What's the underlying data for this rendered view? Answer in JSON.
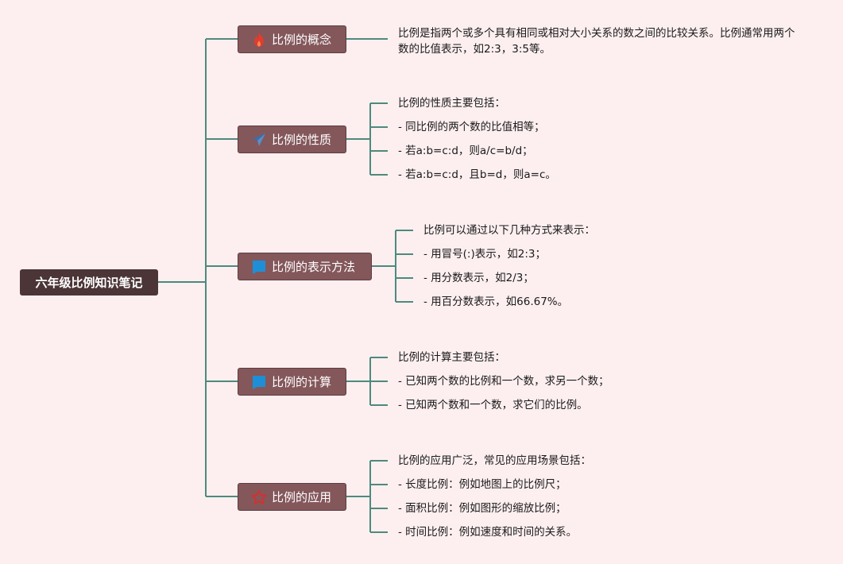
{
  "root": {
    "title": "六年级比例知识笔记"
  },
  "branches": [
    {
      "id": "concept",
      "label": "比例的概念",
      "icon": "fire-icon",
      "items": [
        "比例是指两个或多个具有相同或相对大小关系的数之间的比较关系。比例通常用两个数的比值表示，如2:3，3:5等。"
      ]
    },
    {
      "id": "properties",
      "label": "比例的性质",
      "icon": "paper-plane-icon",
      "items": [
        "比例的性质主要包括：",
        "- 同比例的两个数的比值相等；",
        "- 若a:b=c:d，则a/c=b/d；",
        "- 若a:b=c:d，且b=d，则a=c。"
      ]
    },
    {
      "id": "representation",
      "label": "比例的表示方法",
      "icon": "flag-icon",
      "items": [
        "比例可以通过以下几种方式来表示：",
        "- 用冒号(:)表示，如2:3；",
        "- 用分数表示，如2/3；",
        "- 用百分数表示，如66.67%。"
      ]
    },
    {
      "id": "calculation",
      "label": "比例的计算",
      "icon": "flag-icon",
      "items": [
        "比例的计算主要包括：",
        "- 已知两个数的比例和一个数，求另一个数；",
        "- 已知两个数和一个数，求它们的比例。"
      ]
    },
    {
      "id": "application",
      "label": "比例的应用",
      "icon": "star-icon",
      "items": [
        "比例的应用广泛，常见的应用场景包括：",
        "- 长度比例：例如地图上的比例尺；",
        "- 面积比例：例如图形的缩放比例；",
        "- 时间比例：例如速度和时间的关系。"
      ]
    }
  ],
  "colors": {
    "background": "#fdeff0",
    "root": "#4b3537",
    "branch": "#84575b",
    "connector": "#4d8a7c",
    "icon_fire": "#e23c2c",
    "icon_plane": "#3a6fa8",
    "icon_flag": "#1e8fd6",
    "icon_star": "#d43030"
  }
}
